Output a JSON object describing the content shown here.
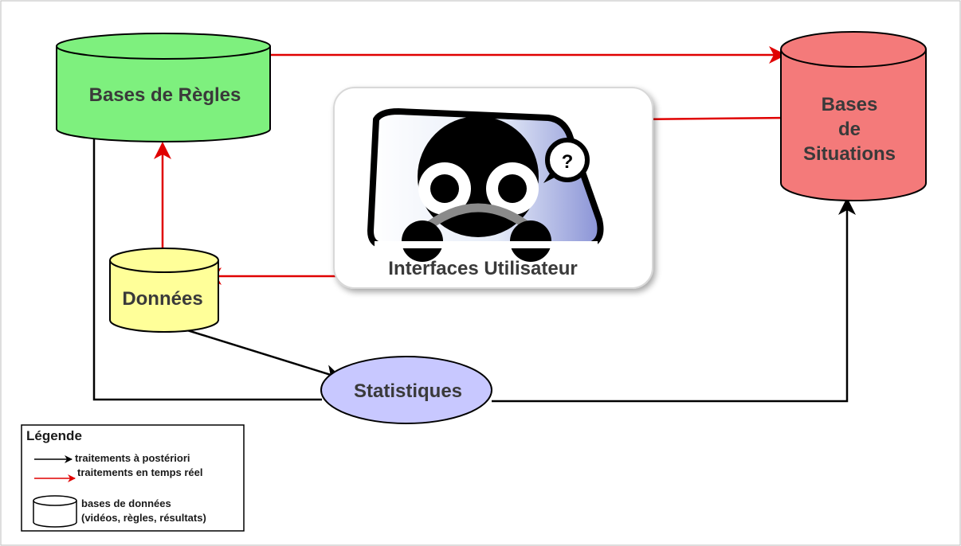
{
  "nodes": {
    "bases_regles": {
      "label": "Bases de Règles",
      "color": "#7ef07e"
    },
    "bases_situations": {
      "lines": [
        "Bases",
        "de",
        "Situations"
      ],
      "color": "#f47a7a"
    },
    "donnees": {
      "label": "Données",
      "color": "#ffff99"
    },
    "statistiques": {
      "label": "Statistiques",
      "color": "#c8c8ff"
    },
    "interfaces": {
      "label": "Interfaces Utilisateur",
      "badge": "?"
    }
  },
  "legend": {
    "title": "Légende",
    "items": [
      {
        "label": "traitements à postériori",
        "color": "#000000"
      },
      {
        "label": "traitements en temps réel",
        "color": "#e00000"
      }
    ],
    "db_lines": [
      "bases de données",
      "(vidéos, règles, résultats)"
    ]
  },
  "colors": {
    "realtime": "#e00000",
    "posteriori": "#000000"
  }
}
